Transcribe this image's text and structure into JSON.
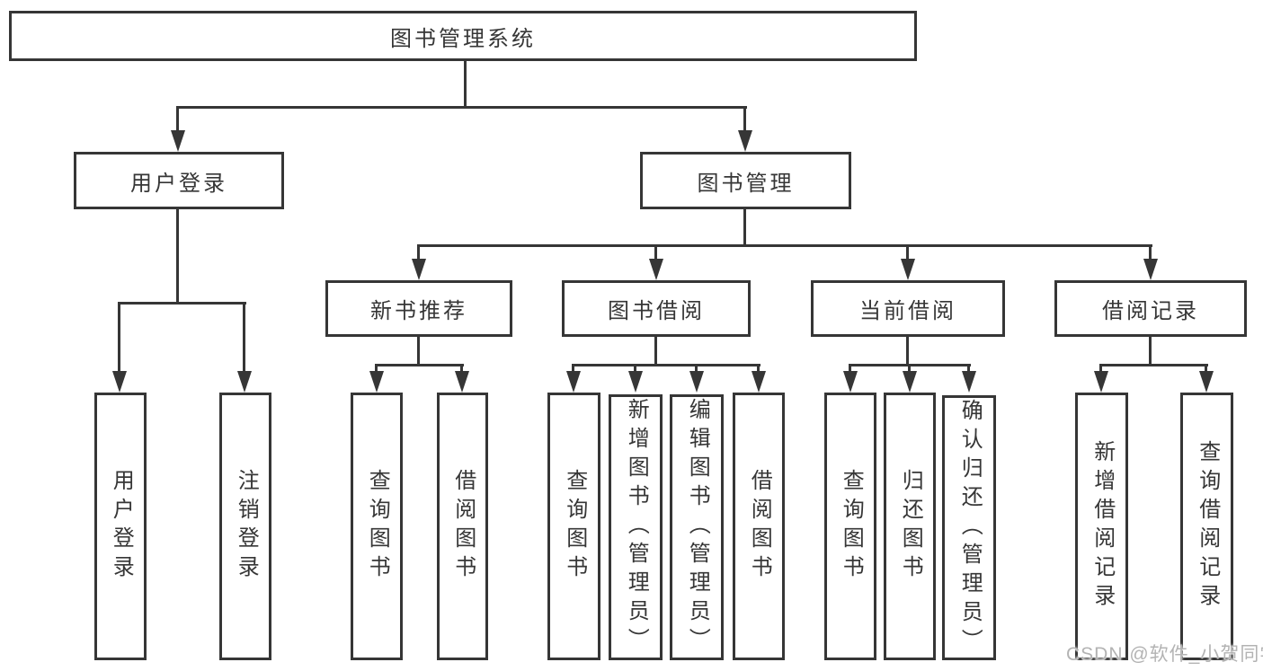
{
  "tree": {
    "root": {
      "label": "图书管理系统",
      "children": [
        {
          "label": "用户登录",
          "children": [
            {
              "label": "用户登录"
            },
            {
              "label": "注销登录"
            }
          ]
        },
        {
          "label": "图书管理",
          "children": [
            {
              "label": "新书推荐",
              "children": [
                {
                  "label": "查询图书"
                },
                {
                  "label": "借阅图书"
                }
              ]
            },
            {
              "label": "图书借阅",
              "children": [
                {
                  "label": "查询图书"
                },
                {
                  "label": "新增图书（管理员）"
                },
                {
                  "label": "编辑图书（管理员）"
                },
                {
                  "label": "借阅图书"
                }
              ]
            },
            {
              "label": "当前借阅",
              "children": [
                {
                  "label": "查询图书"
                },
                {
                  "label": "归还图书"
                },
                {
                  "label": "确认归还（管理员）"
                }
              ]
            },
            {
              "label": "借阅记录",
              "children": [
                {
                  "label": "新增借阅记录"
                },
                {
                  "label": "查询借阅记录"
                }
              ]
            }
          ]
        }
      ]
    }
  },
  "watermark": {
    "text": "CSDN @软件_小贺同学"
  },
  "colors": {
    "line": "#363636",
    "text": "#363636",
    "background": "#ffffff",
    "watermark": "#b3b3b3"
  }
}
